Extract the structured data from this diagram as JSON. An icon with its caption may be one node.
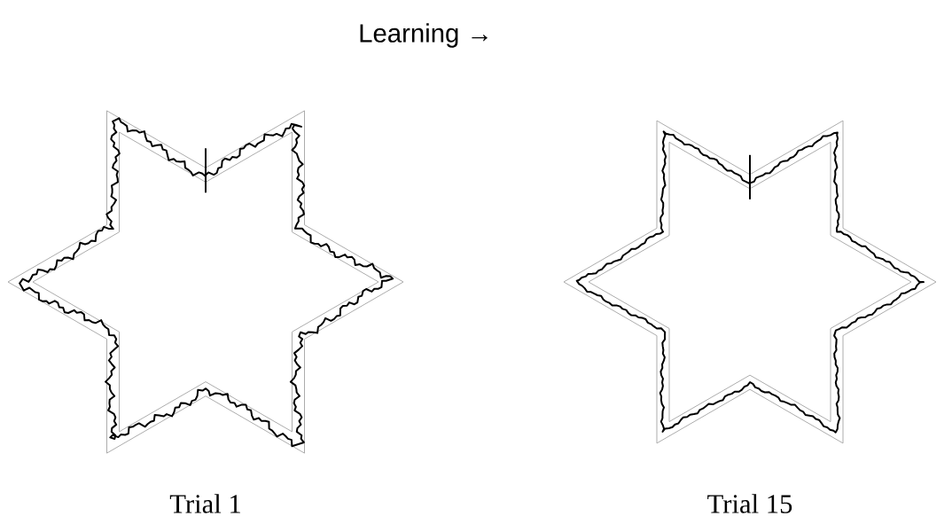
{
  "diagram": {
    "title": "Learning →",
    "labels": [
      "Trial 1",
      "Trial 15"
    ]
  }
}
